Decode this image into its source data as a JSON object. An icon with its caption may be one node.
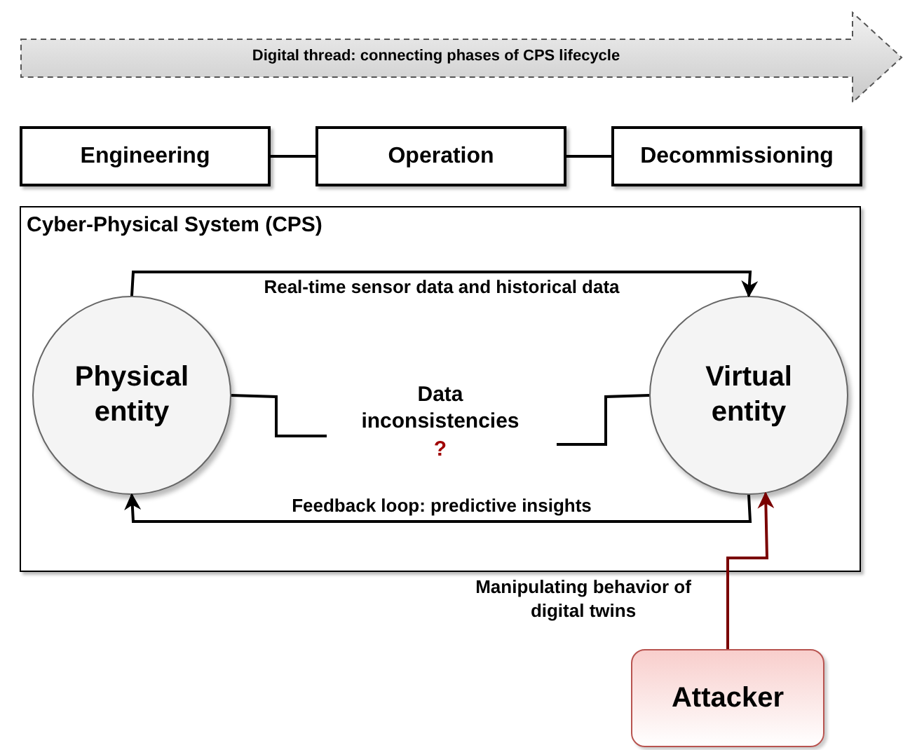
{
  "diagram": {
    "nodes": [
      {
        "text": [
          "Digital thread: connecting phases of CPS lifecycle"
        ]
      },
      {
        "text": [
          "Engineering"
        ]
      },
      {
        "text": [
          "Operation"
        ]
      },
      {
        "text": [
          "Decommissioning"
        ]
      },
      {
        "text": [
          "Cyber-Physical System (CPS)"
        ]
      },
      {
        "text": [
          "Physical entity"
        ],
        "in": 4
      },
      {
        "text": [
          "Data inconsistencies",
          "?"
        ],
        "in": 4
      },
      {
        "text": [
          "Virtual entity"
        ],
        "in": 4
      },
      {
        "text": [
          "Attacker"
        ]
      }
    ],
    "edges": [
      {
        "from": 1,
        "to": 2,
        "arrow": "none"
      },
      {
        "from": 2,
        "to": 3,
        "arrow": "none"
      },
      {
        "from": 5,
        "to": 7,
        "arrow": "to",
        "label": "Real-time sensor data and historical data"
      },
      {
        "from": 7,
        "to": 5,
        "arrow": "to",
        "label": "Feedback loop: predictive insights"
      },
      {
        "from": 5,
        "to": 6,
        "arrow": "none"
      },
      {
        "from": 7,
        "to": 6,
        "arrow": "none"
      },
      {
        "from": 8,
        "to": 7,
        "arrow": "to",
        "label": "Manipulating behavior of digital twins",
        "color": "#7a0000"
      }
    ]
  }
}
